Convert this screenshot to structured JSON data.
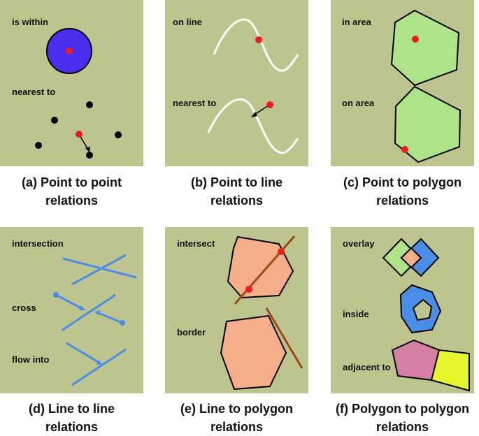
{
  "panels": {
    "a": {
      "labels": [
        "is within",
        "nearest to"
      ],
      "caption": [
        "(a) Point to point",
        "relations"
      ]
    },
    "b": {
      "labels": [
        "on line",
        "nearest to"
      ],
      "caption": [
        "(b) Point to line",
        "relations"
      ]
    },
    "c": {
      "labels": [
        "in area",
        "on area"
      ],
      "caption": [
        "(c) Point to polygon",
        "relations"
      ]
    },
    "d": {
      "labels": [
        "intersection",
        "cross",
        "flow into"
      ],
      "caption": [
        "(d) Line to line",
        "relations"
      ]
    },
    "e": {
      "labels": [
        "intersect",
        "border"
      ],
      "caption": [
        "(e) Line to polygon",
        "relations"
      ]
    },
    "f": {
      "labels": [
        "overlay",
        "inside",
        "adjacent to"
      ],
      "caption": [
        "(f) Polygon to polygon",
        "relations"
      ]
    }
  },
  "colors": {
    "panel_bg": "#bec48e",
    "point_red": "#ee1c1c",
    "point_black": "#000000",
    "circle_blue": "#4a2ef0",
    "line_white": "#ffffff",
    "polygon_green": "#aee38a",
    "line_blue": "#4a8de8",
    "polygon_salmon": "#f5ad8a",
    "line_brown": "#9a4a12",
    "polygon_blue": "#4a8de8",
    "polygon_pink": "#d47fa3",
    "polygon_yellow": "#e6f52e"
  }
}
